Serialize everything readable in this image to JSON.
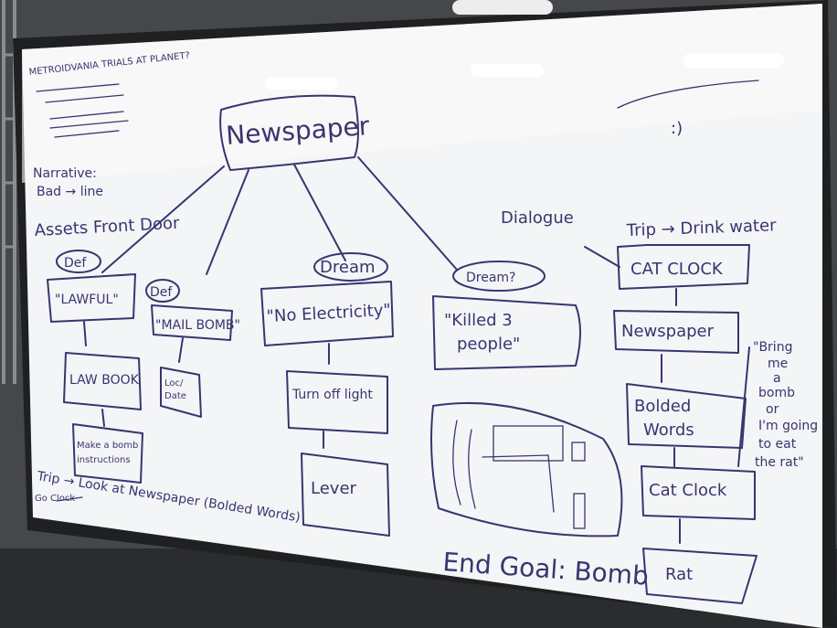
{
  "top_left_notes": {
    "heading": "METROIDVANIA TRIALS AT PLANET?",
    "narrative": "Narrative:",
    "narrative_sub": "Bad → line",
    "assets": "Assets Front Door"
  },
  "center": {
    "newspaper": "Newspaper"
  },
  "branch_def1": {
    "tag": "Def",
    "box": "\"LAWFUL\"",
    "child1": "LAW BOOK",
    "child2_line1": "Make a bomb",
    "child2_line2": "instructions"
  },
  "branch_def2": {
    "tag": "Def",
    "box": "\"MAIL BOMB\"",
    "child_line1": "Loc/",
    "child_line2": "Date"
  },
  "branch_dream": {
    "tag": "Dream",
    "box": "\"No Electricity\"",
    "child1": "Turn off light",
    "child2": "Lever"
  },
  "branch_dream2": {
    "tag": "Dream?",
    "box_line1": "\"Killed 3",
    "box_line2": "people\""
  },
  "trip_note": {
    "line1": "Trip → Look at Newspaper (Bolded Words)",
    "small": "Go Clock"
  },
  "right_flow": {
    "dialogue": "Dialogue",
    "trip": "Trip → Drink water",
    "step1": "CAT CLOCK",
    "step2": "Newspaper",
    "step3_line1": "Bolded",
    "step3_line2": "Words",
    "step4": "Cat Clock",
    "step5": "Rat",
    "quote_lines": [
      "\"Bring",
      "me",
      "a",
      "bomb",
      "or",
      "I'm going",
      "to eat",
      "the rat\""
    ]
  },
  "end_goal": "End Goal: Bomb",
  "smiley": ":)"
}
